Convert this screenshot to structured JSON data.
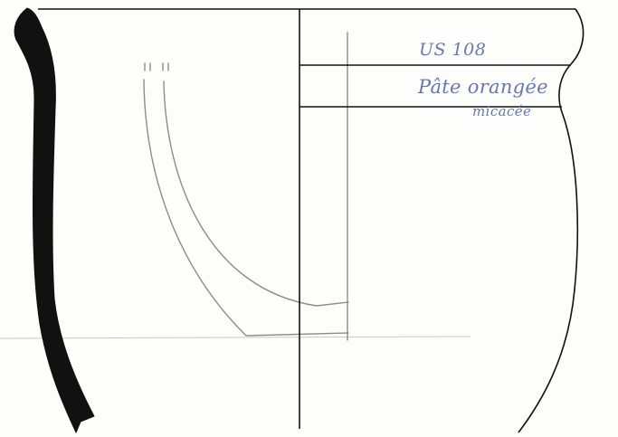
{
  "annotations": {
    "unit": "US 108",
    "fabric": "Pâte orangée",
    "inclusion": "micacée"
  },
  "colors": {
    "ink": "#111111",
    "pencil": "#8c8c8c",
    "handwriting": "#6a77a8",
    "paper": "#fdfdfb"
  }
}
